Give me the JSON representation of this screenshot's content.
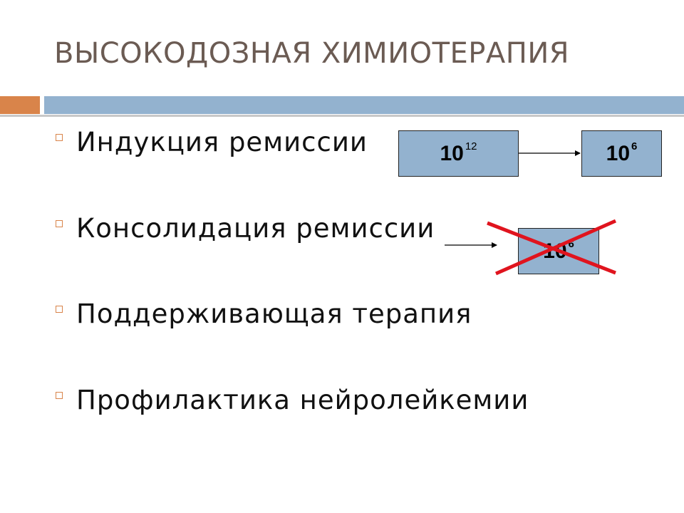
{
  "title": "ВЫСОКОДОЗНАЯ ХИМИОТЕРАПИЯ",
  "bullets": [
    "Индукция ремиссии",
    "Консолидация ремиссии",
    "Поддерживающая терапия",
    "Профилактика нейролейкемии"
  ],
  "boxes": {
    "induction_start": {
      "base": "10",
      "exp": "12"
    },
    "induction_end": {
      "base": "10",
      "exp": "6"
    },
    "consolidation": {
      "base": "10",
      "exp": "6"
    }
  },
  "colors": {
    "accent_orange": "#d9844a",
    "accent_blue": "#93b2cf",
    "title_color": "#6b5b53",
    "cross_red": "#e0141e"
  }
}
